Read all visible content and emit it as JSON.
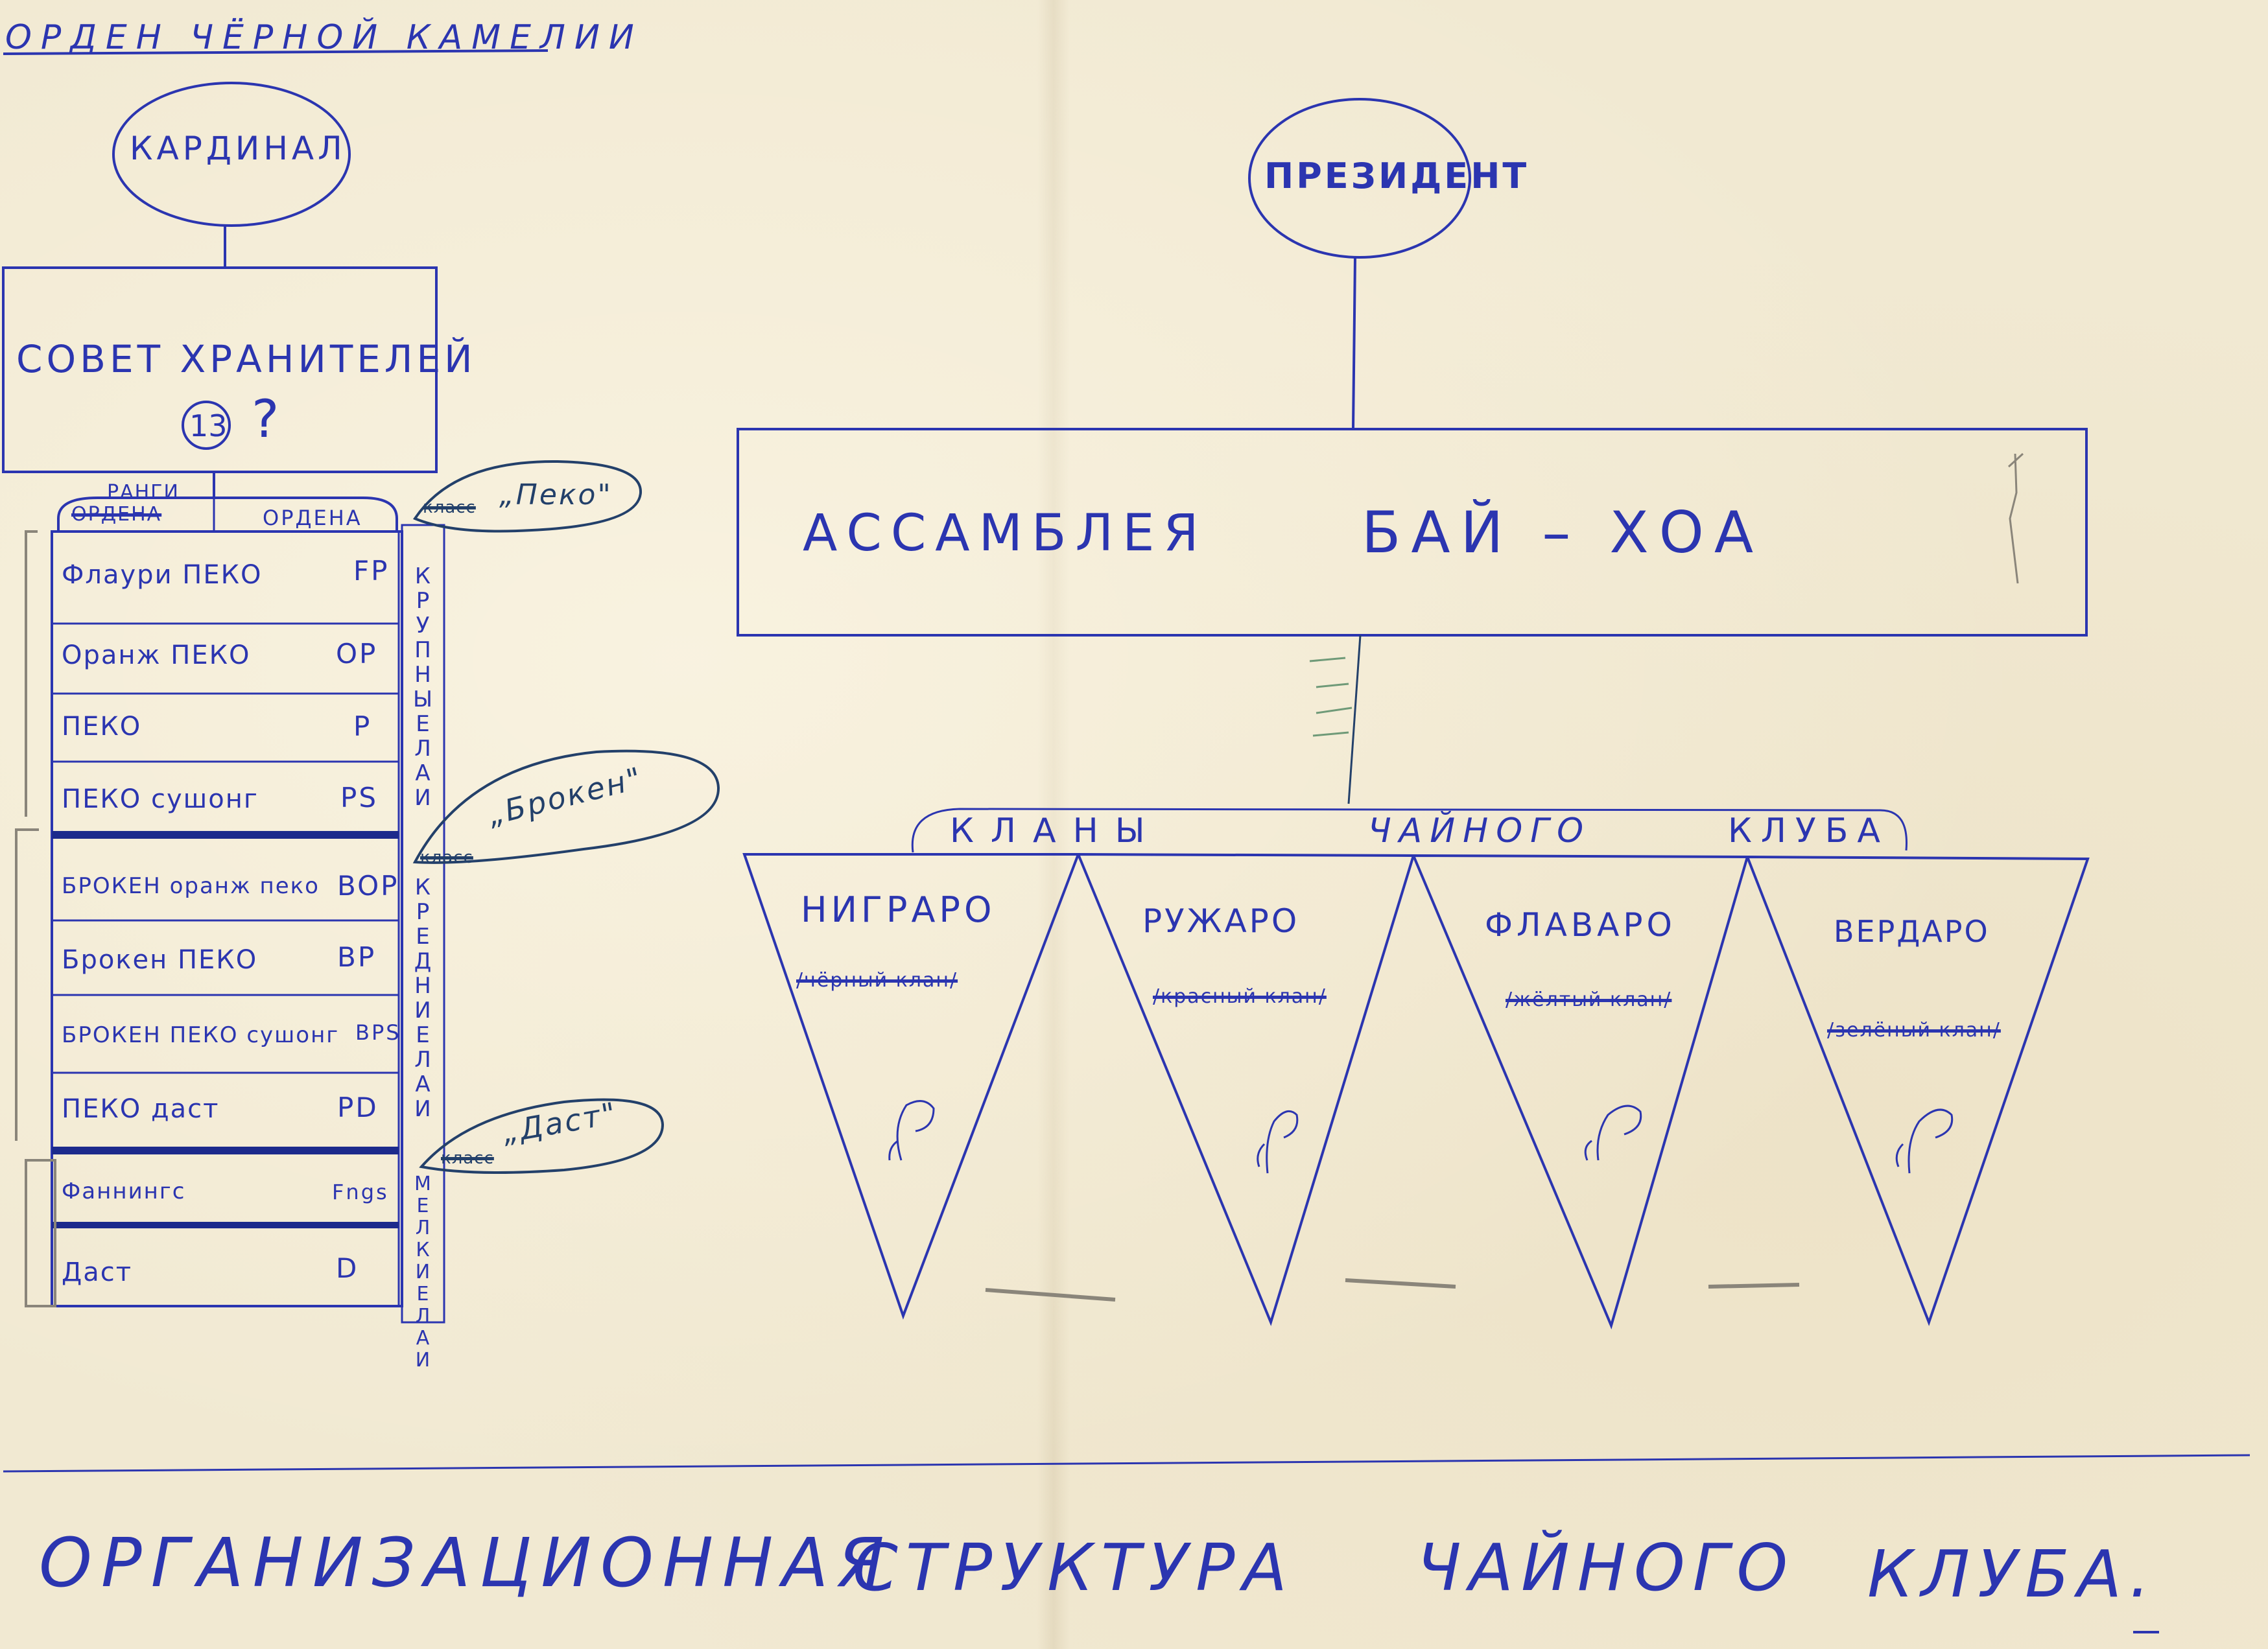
{
  "header_title": "ОРДЕН ЧЁРНОЙ КАМЕЛИИ",
  "cardinal": "КАРДИНАЛ",
  "council": {
    "label": "СОВЕТ ХРАНИТЕЛЕЙ",
    "number": "13",
    "question": "?"
  },
  "order_table": {
    "col_ranks": "РАНГИ",
    "col_ranks_struck": "ОРДЕНА",
    "col_order": "ОРДЕНА",
    "rows": [
      {
        "name": "Флаури ПЕКО",
        "abbr": "FP"
      },
      {
        "name": "Оранж ПЕКО",
        "abbr": "OP"
      },
      {
        "name": "ПЕКО",
        "abbr": "P"
      },
      {
        "name": "ПЕКО сушонг",
        "abbr": "PS"
      },
      {
        "name": "БРОКЕН оранж пеко",
        "abbr": "BOP"
      },
      {
        "name": "Брокен ПЕКО",
        "abbr": "BP"
      },
      {
        "name": "БРОКЕН ПЕКО сушонг",
        "abbr": "BPS"
      },
      {
        "name": "ПЕКО даст",
        "abbr": "PD"
      },
      {
        "name": "Фаннингс",
        "abbr": "Fngs"
      },
      {
        "name": "Даст",
        "abbr": "D"
      }
    ],
    "side_krupny": "КРУПНЫЕ ЛАИ",
    "side_srednie": "КРЕДНИЕ ЛАИ",
    "side_melkie": "МЕЛКИЕ ЛАИ"
  },
  "class_notes": [
    {
      "struck": "класс",
      "label": "„Пеко\""
    },
    {
      "struck": "класс",
      "label": "„Брокен\""
    },
    {
      "struck": "класс",
      "label": "„Даст\""
    }
  ],
  "president": "ПРЕЗИДЕНТ",
  "assembly": {
    "left": "АССАМБЛЕЯ",
    "right": "БАЙ – ХОА"
  },
  "clans_banner": [
    "КЛАНЫ",
    "ЧАЙНОГО",
    "КЛУБА"
  ],
  "clans": [
    {
      "name": "НИГРАРО",
      "note": "/чёрный клан/"
    },
    {
      "name": "РУЖАРО",
      "note": "/красный клан/"
    },
    {
      "name": "ФЛАВАРО",
      "note": "/жёлтый клан/"
    },
    {
      "name": "ВЕРДАРО",
      "note": "/зелёный клан/"
    }
  ],
  "footer_title": [
    "ОРГАНИЗАЦИОННАЯ",
    "СТРУКТУРА",
    "ЧАЙНОГО",
    "КЛУБА."
  ],
  "colors": {
    "paper": "#f1e9d2",
    "ink_blue": "#2b35b0",
    "ink_green": "#23406a",
    "pencil": "#8a857a"
  }
}
